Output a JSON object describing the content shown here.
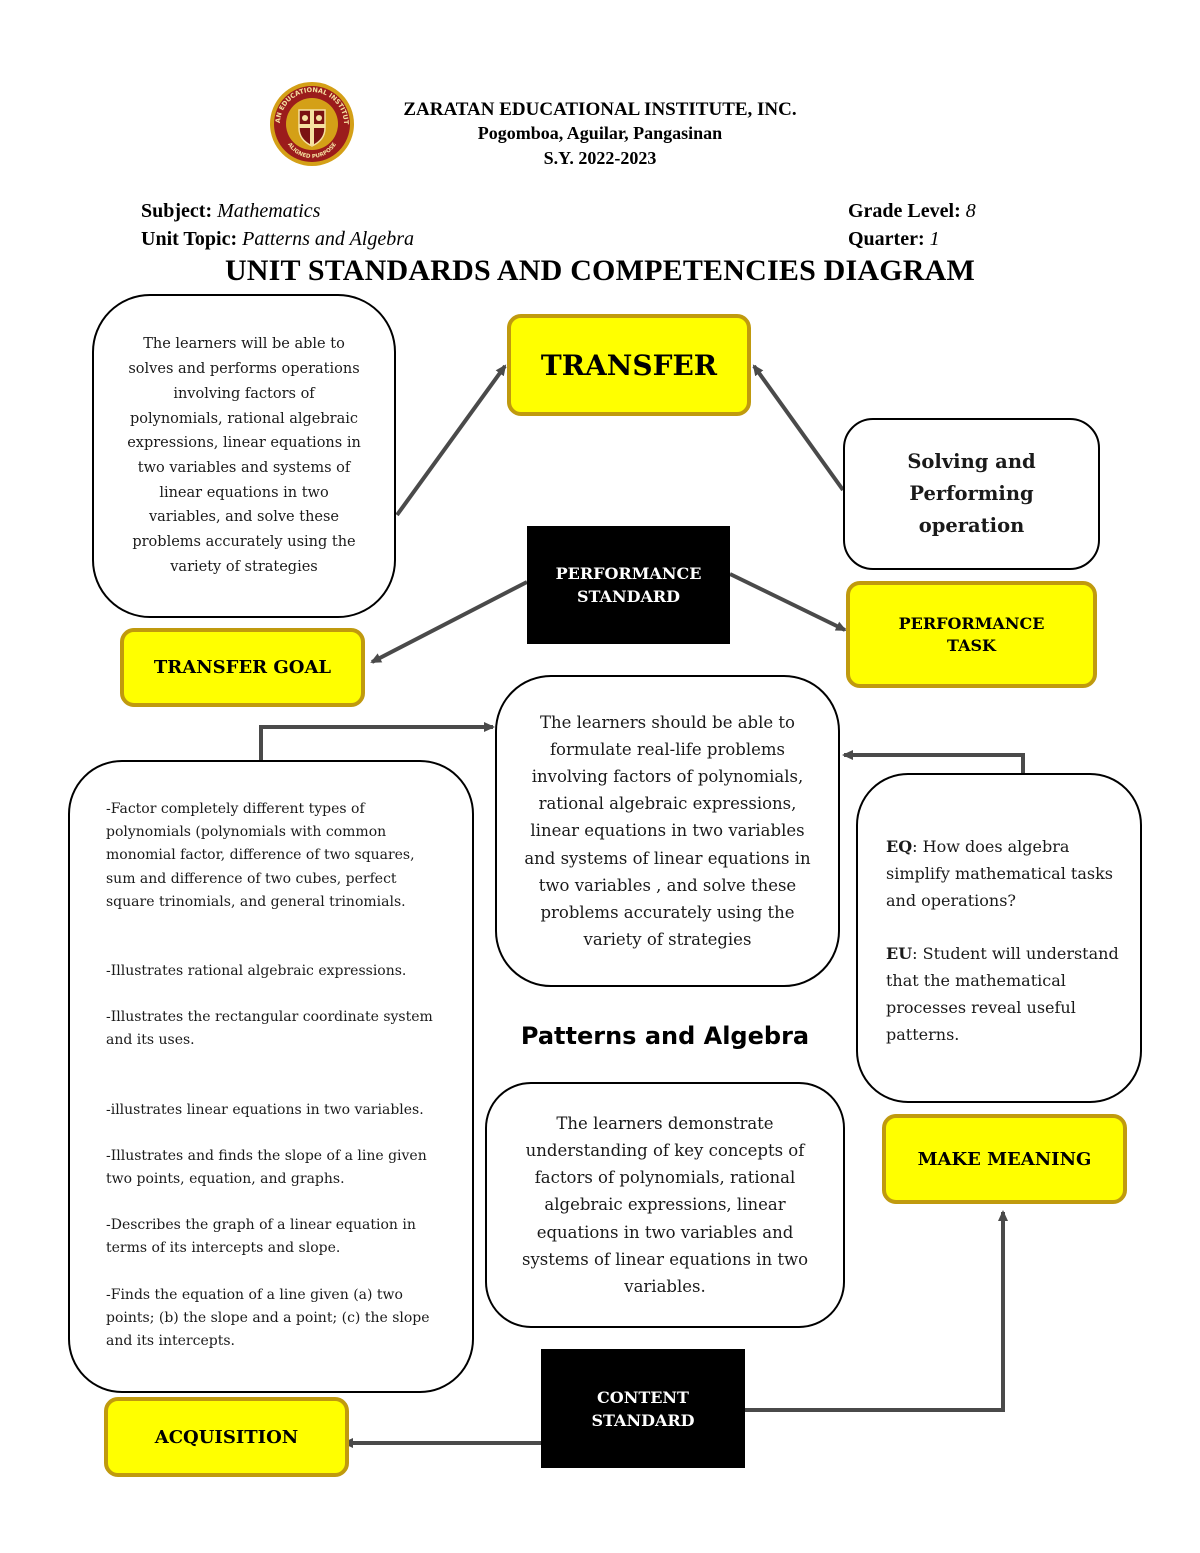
{
  "header": {
    "logo_text": [
      "ZARATAN EDUCATIONAL INSTITUTE, INC",
      "ALIGNED PURPOSE"
    ],
    "school_name": "ZARATAN EDUCATIONAL INSTITUTE, INC.",
    "address": "Pogomboa, Aguilar, Pangasinan",
    "school_year": "S.Y. 2022-2023"
  },
  "meta": {
    "subject_label": "Subject:",
    "subject_value": "Mathematics",
    "unit_topic_label": "Unit Topic:",
    "unit_topic_value": "Patterns and Algebra",
    "grade_label": "Grade Level:",
    "grade_value": "8",
    "quarter_label": "Quarter:",
    "quarter_value": "1"
  },
  "title": "UNIT STANDARDS AND COMPETENCIES DIAGRAM",
  "diagram": {
    "transfer": "TRANSFER",
    "transfer_goal_desc": "The learners will be able to\nsolves and performs operations\ninvolving factors of\npolynomials, rational algebraic\nexpressions, linear equations in\ntwo variables and systems of\nlinear equations in two\nvariables, and solve these\nproblems accurately using the\nvariety of strategies",
    "transfer_goal": "TRANSFER GOAL",
    "performance_standard": "PERFORMANCE\nSTANDARD",
    "performance_task_desc": "Solving and\nPerforming\noperation",
    "performance_task": "PERFORMANCE\nTASK",
    "performance_standard_desc": "The learners should be able to\nformulate real-life problems\ninvolving factors of polynomials,\nrational algebraic expressions,\nlinear equations in two variables\nand systems of linear equations in\ntwo variables , and solve these\nproblems accurately using the\nvariety of strategies",
    "acquisition_items": [
      "-Factor completely different types of polynomials (polynomials with common monomial factor, difference of two squares, sum and difference of two cubes, perfect square trinomials, and general trinomials.",
      "-Illustrates rational algebraic expressions.",
      "-Illustrates the rectangular coordinate system and its uses.",
      "-illustrates linear equations in two variables.",
      "-Illustrates and finds the slope of a line given two points, equation, and graphs.",
      "-Describes the graph of a linear equation in terms of its intercepts and slope.",
      "-Finds the equation of a line given (a) two points; (b) the slope and a point; (c) the slope and its intercepts."
    ],
    "eq_label": "EQ",
    "eq_text": ": How does algebra simplify mathematical tasks and operations?",
    "eu_label": "EU",
    "eu_text": ": Student will understand that the mathematical processes reveal useful patterns.",
    "center_title": "Patterns and Algebra",
    "content_standard_desc": "The learners demonstrate\nunderstanding of key concepts of\nfactors of polynomials, rational\nalgebraic expressions, linear\nequations in two variables and\nsystems of linear equations in two\nvariables.",
    "make_meaning": "MAKE MEANING",
    "content_standard": "CONTENT\nSTANDARD",
    "acquisition": "ACQUISITION"
  },
  "colors": {
    "yellow_fill": "#ffff00",
    "yellow_border": "#c09a0e",
    "black_box": "#000000",
    "arrow": "#4a4a4a",
    "logo_red": "#9b1c1c",
    "logo_gold": "#d4a017"
  }
}
